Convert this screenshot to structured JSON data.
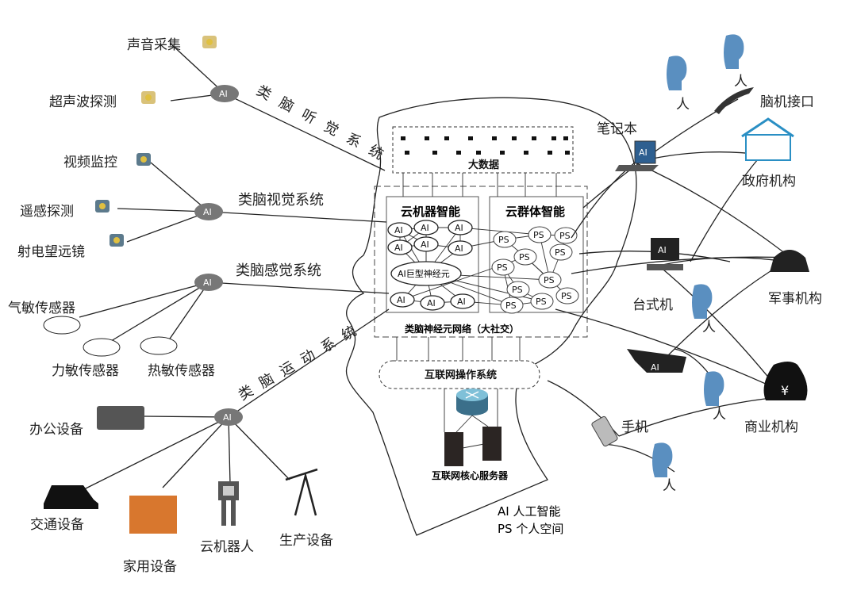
{
  "head": {
    "big_data": "大数据",
    "cloud_machine": "云机器智能",
    "cloud_swarm": "云群体智能",
    "giant_neuron": "AI巨型神经元",
    "neural_net": "类脑神经元网络（大社交）",
    "os": "互联网操作系统",
    "core_servers": "互联网核心服务器",
    "node_ai": "AI",
    "node_ps": "PS"
  },
  "left": {
    "hub": "AI",
    "hearing": {
      "system": "类脑听觉系统",
      "items": [
        "声音采集",
        "超声波探测"
      ]
    },
    "vision": {
      "system": "类脑视觉系统",
      "items": [
        "视频监控",
        "遥感探测",
        "射电望远镜"
      ]
    },
    "sensing": {
      "system": "类脑感觉系统",
      "items": [
        "气敏传感器",
        "力敏传感器",
        "热敏传感器"
      ]
    },
    "motion": {
      "system": "类脑运动系统",
      "items": [
        "办公设备",
        "交通设备",
        "家用设备",
        "云机器人",
        "生产设备"
      ]
    }
  },
  "right": {
    "person": "人",
    "laptop": "笔记本",
    "bci": "脑机接口",
    "government": "政府机构",
    "desktop": "台式机",
    "military": "军事机构",
    "phone": "手机",
    "business": "商业机构",
    "screen_ai": "AI",
    "money": "¥"
  },
  "legend": {
    "ai": "AI 人工智能",
    "ps": "PS 个人空间"
  }
}
